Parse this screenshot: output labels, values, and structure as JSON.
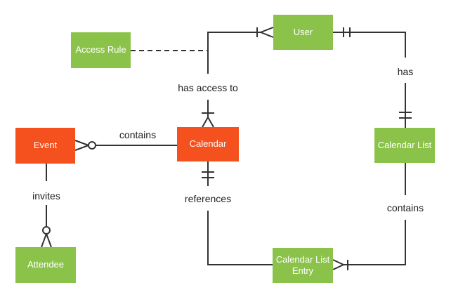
{
  "colors": {
    "entity_green": "#8BC34A",
    "entity_orange": "#F4511E",
    "entity_text": "#FFFFFF",
    "line": "#333333",
    "label_text": "#212121"
  },
  "entities": [
    {
      "label": "Access Rule",
      "color": "green"
    },
    {
      "label": "User",
      "color": "green"
    },
    {
      "label": "Event",
      "color": "orange"
    },
    {
      "label": "Calendar",
      "color": "orange"
    },
    {
      "label": "Calendar List",
      "color": "green"
    },
    {
      "label": "Attendee",
      "color": "green"
    },
    {
      "label": "Calendar List Entry",
      "color": "green"
    }
  ],
  "relationships": [
    {
      "label": "contains",
      "from": "Calendar",
      "to": "Event",
      "marker_at_event": "zero-or-many"
    },
    {
      "label": "has access to",
      "from": "Calendar",
      "to": "User",
      "marker_at_calendar": "one-or-many",
      "marker_at_user": "one-or-many"
    },
    {
      "label": "has",
      "from": "User",
      "to": "Calendar List",
      "marker_at_user": "one-and-only-one",
      "marker_at_calendar_list": "one-and-only-one"
    },
    {
      "label": "contains",
      "from": "Calendar List",
      "to": "Calendar List Entry",
      "marker_at_entry": "one-or-many"
    },
    {
      "label": "references",
      "from": "Calendar",
      "to": "Calendar List Entry",
      "marker_at_calendar": "one-and-only-one"
    },
    {
      "label": "invites",
      "from": "Event",
      "to": "Attendee",
      "marker_at_attendee": "zero-or-many"
    },
    {
      "label": "",
      "from": "Access Rule",
      "to": "has access to relationship",
      "style": "dashed"
    }
  ]
}
